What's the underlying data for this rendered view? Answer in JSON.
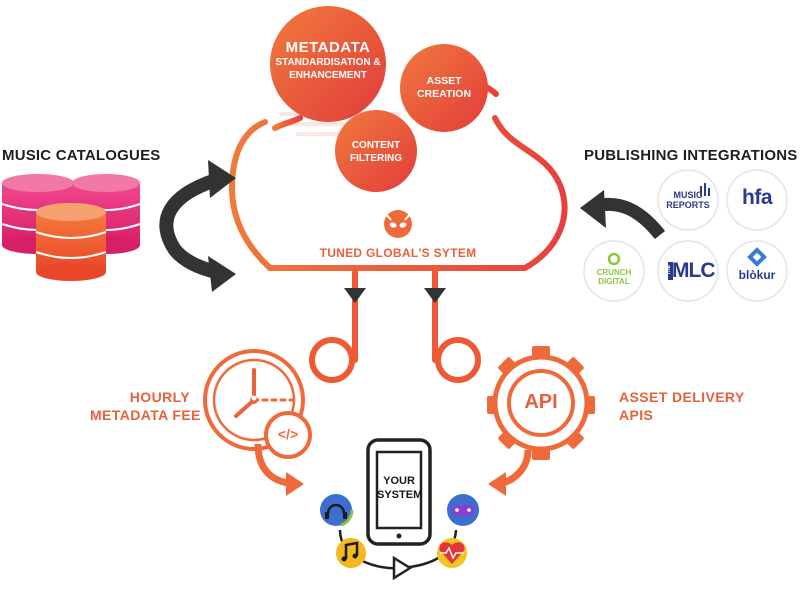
{
  "cloud": {
    "metadata_title": "METADATA",
    "metadata_sub": "STANDARDISATION & ENHANCEMENT",
    "asset_creation": "ASSET CREATION",
    "content_filtering": "CONTENT FILTERING",
    "system_label": "TUNED GLOBAL'S SYTEM"
  },
  "left": {
    "title": "MUSIC CATALOGUES"
  },
  "right": {
    "title": "PUBLISHING INTEGRATIONS",
    "logos": {
      "music_reports_1": "MUSIC",
      "music_reports_2": "REPORTS",
      "hfa": "hfa",
      "crunch": "CRUNCH DIGITAL",
      "mlc_the": "THE",
      "mlc": "MLC",
      "blokur": "blòkur"
    }
  },
  "bottom": {
    "hourly_1": "HOURLY",
    "hourly_2": "METADATA FEE",
    "asset_1": "ASSET DELIVERY",
    "asset_2": "APIS",
    "api_badge": "API",
    "code_badge": "</>",
    "your_system": "YOUR SYSTEM"
  },
  "colors": {
    "accent_orange": "#e8603c",
    "accent_red": "#e83a3a",
    "catalogue_pink": "#e8327a",
    "catalogue_orange": "#ef5a2e",
    "arrow_dark": "#333333"
  },
  "icons": [
    "tuned-global-logo-icon",
    "clock-icon",
    "code-icon",
    "api-gear-icon",
    "smartphone-icon",
    "headphones-icon",
    "music-note-icon",
    "gamepad-icon",
    "heart-rate-icon"
  ]
}
